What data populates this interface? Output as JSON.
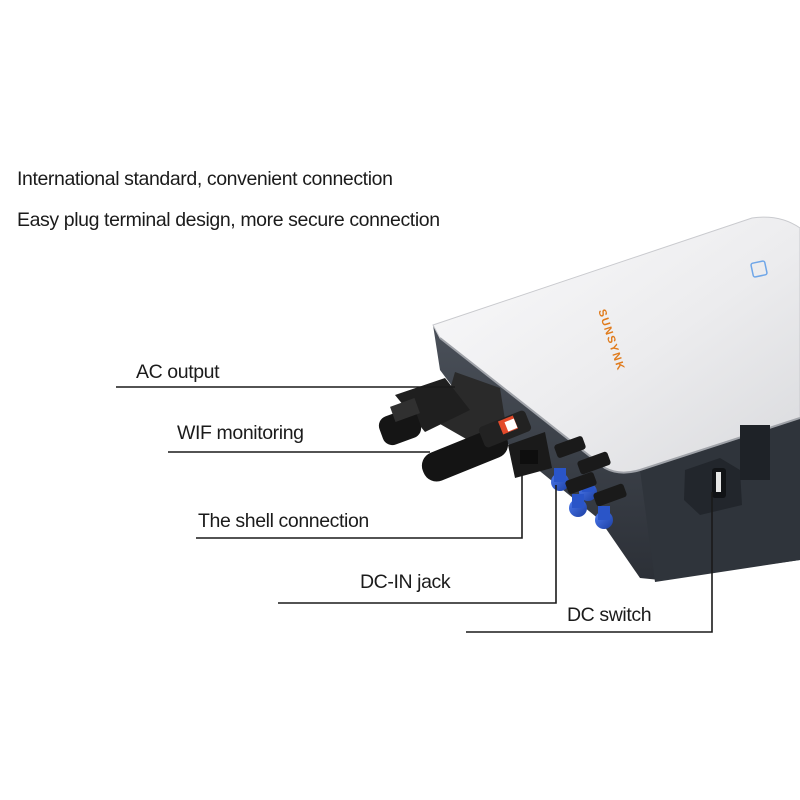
{
  "headlines": {
    "line1": "International standard, convenient connection",
    "line2": "Easy plug terminal design, more secure connection"
  },
  "callouts": {
    "ac_output": "AC output",
    "wifi_monitoring": "WIF monitoring",
    "shell_connection": "The shell connection",
    "dc_in_jack": "DC-IN jack",
    "dc_switch": "DC switch"
  },
  "product": {
    "brand_logo_text": "SUNSYNK",
    "colors": {
      "housing_top": "#f2f2f4",
      "housing_side": "#3a3f47",
      "connector_black": "#1c1c1c",
      "dc_connector_blue": "#2a55c8",
      "callout_line": "#1a1a1a",
      "logo_accent": "#e07b1c"
    }
  }
}
